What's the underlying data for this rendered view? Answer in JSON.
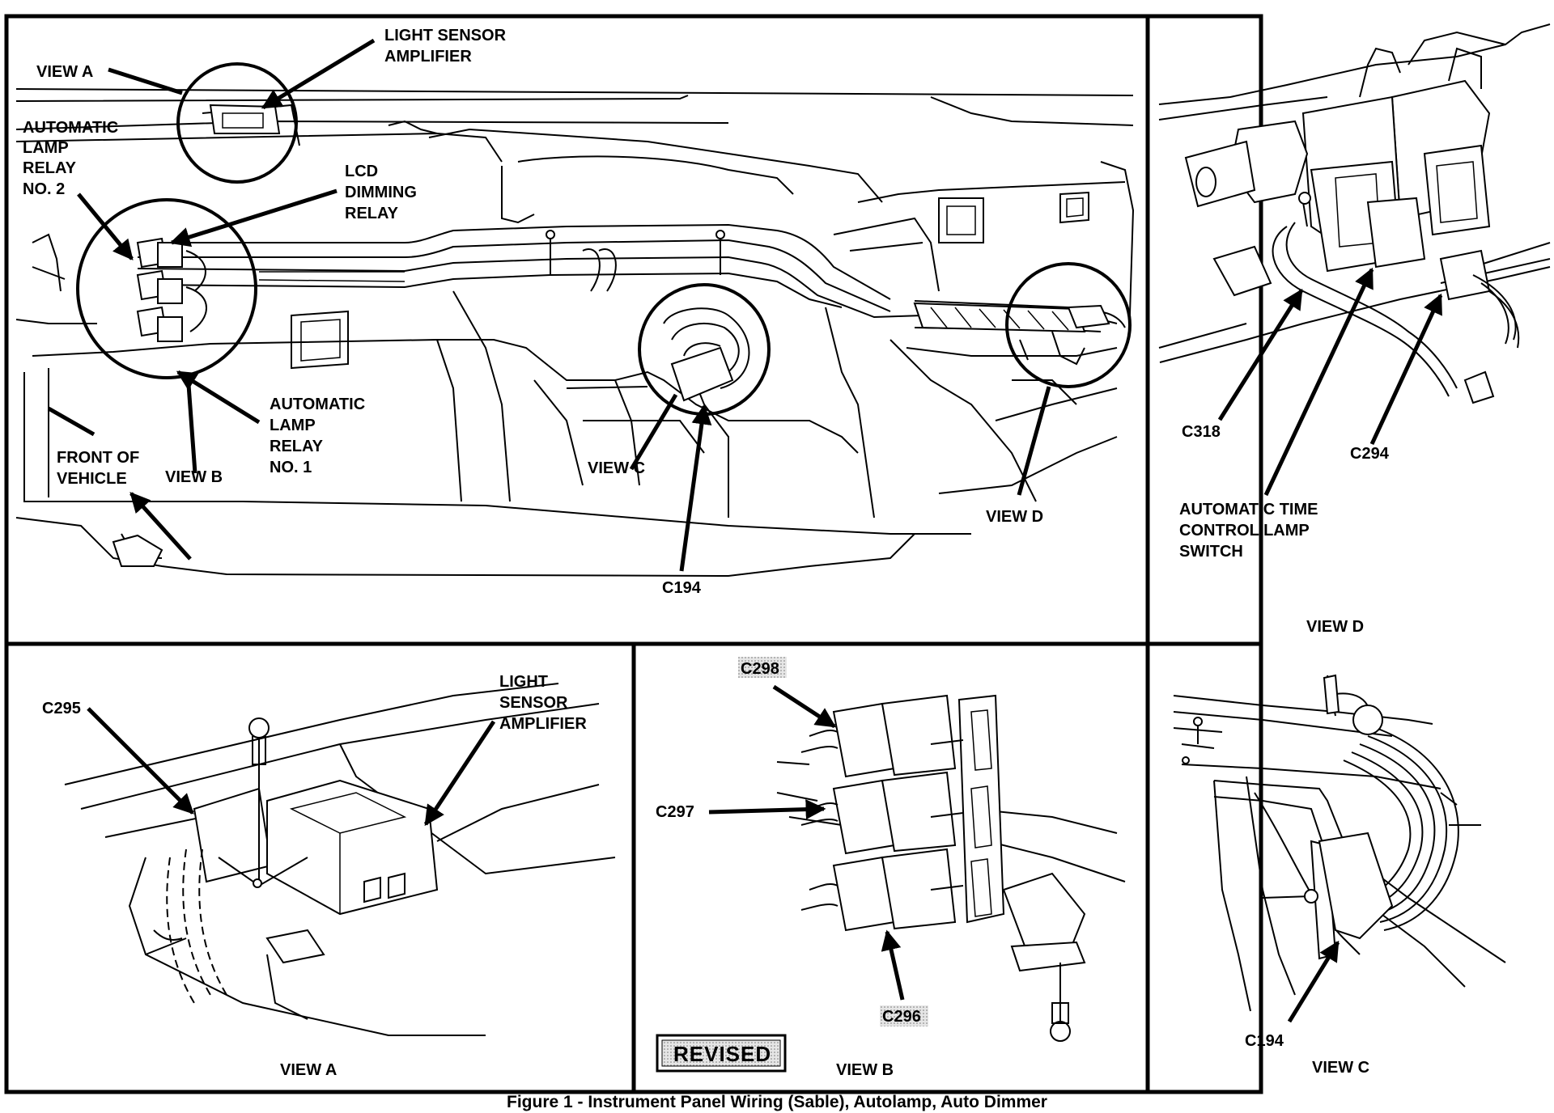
{
  "main_view": {
    "view_a": "VIEW A",
    "light_sensor_amplifier": [
      "LIGHT SENSOR",
      "AMPLIFIER"
    ],
    "automatic_lamp_relay_2": [
      "AUTOMATIC",
      "LAMP",
      "RELAY",
      "NO. 2"
    ],
    "lcd_dimming_relay": [
      "LCD",
      "DIMMING",
      "RELAY"
    ],
    "automatic_lamp_relay_1": [
      "AUTOMATIC",
      "LAMP",
      "RELAY",
      "NO. 1"
    ],
    "front_of_vehicle": [
      "FRONT OF",
      "VEHICLE"
    ],
    "view_b": "VIEW B",
    "view_c": "VIEW C",
    "c194": "C194",
    "view_d": "VIEW D"
  },
  "view_d_panel": {
    "c318": "C318",
    "c294": "C294",
    "automatic_time_control_lamp_switch": [
      "AUTOMATIC TIME",
      "CONTROL LAMP",
      "SWITCH"
    ],
    "title": "VIEW D"
  },
  "view_a_panel": {
    "c295": "C295",
    "light_sensor_amplifier": [
      "LIGHT",
      "SENSOR",
      "AMPLIFIER"
    ],
    "title": "VIEW A"
  },
  "view_b_panel": {
    "c298": "C298",
    "c297": "C297",
    "c296": "C296",
    "revised": "REVISED",
    "title": "VIEW B"
  },
  "view_c_panel": {
    "c194": "C194",
    "title": "VIEW C"
  },
  "caption": "Figure 1 - Instrument Panel Wiring (Sable), Autolamp, Auto Dimmer"
}
